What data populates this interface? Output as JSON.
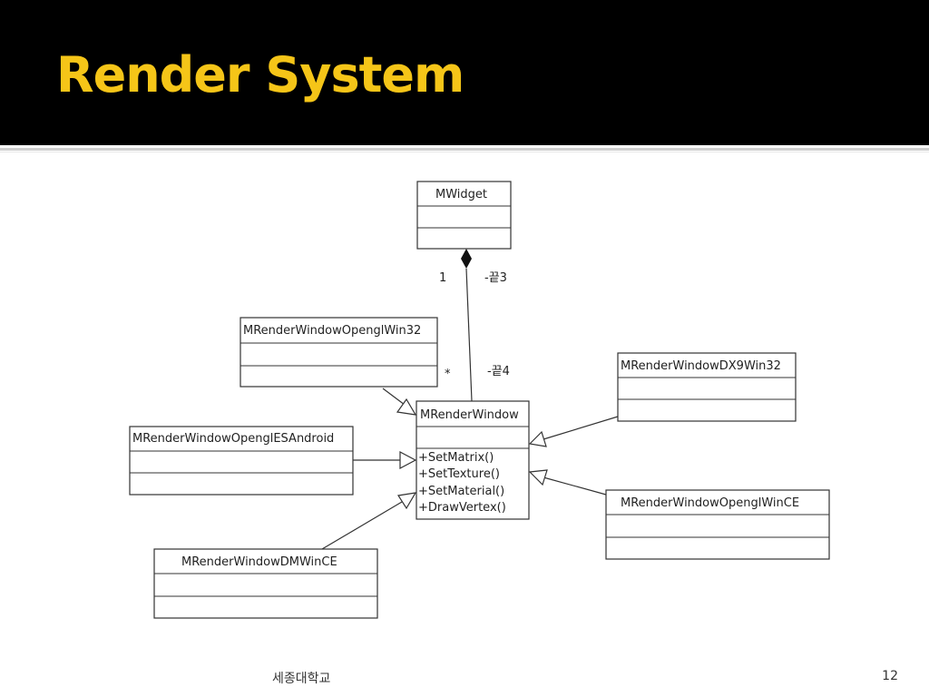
{
  "slide": {
    "title": "Render System",
    "footer_text": "세종대학교",
    "page_number": "12",
    "colors": {
      "header_bg": "#000000",
      "title": "#f5c518"
    }
  },
  "diagram": {
    "classes": {
      "mwidget": {
        "name": "MWidget",
        "operations": []
      },
      "mrenderwindow": {
        "name": "MRenderWindow",
        "operations": [
          "+SetMatrix()",
          "+SetTexture()",
          "+SetMaterial()",
          "+DrawVertex()"
        ]
      },
      "opengl_win32": {
        "name": "MRenderWindowOpenglWin32"
      },
      "opengles_android": {
        "name": "MRenderWindowOpenglESAndroid"
      },
      "dmwince": {
        "name": "MRenderWindowDMWinCE"
      },
      "dx9win32": {
        "name": "MRenderWindowDX9Win32"
      },
      "opengl_wince": {
        "name": "MRenderWindowOpenglWinCE"
      }
    },
    "composition": {
      "multiplicity_top": "1",
      "role_top": "-끝3",
      "multiplicity_bottom": "*",
      "role_bottom": "-끝4"
    }
  }
}
